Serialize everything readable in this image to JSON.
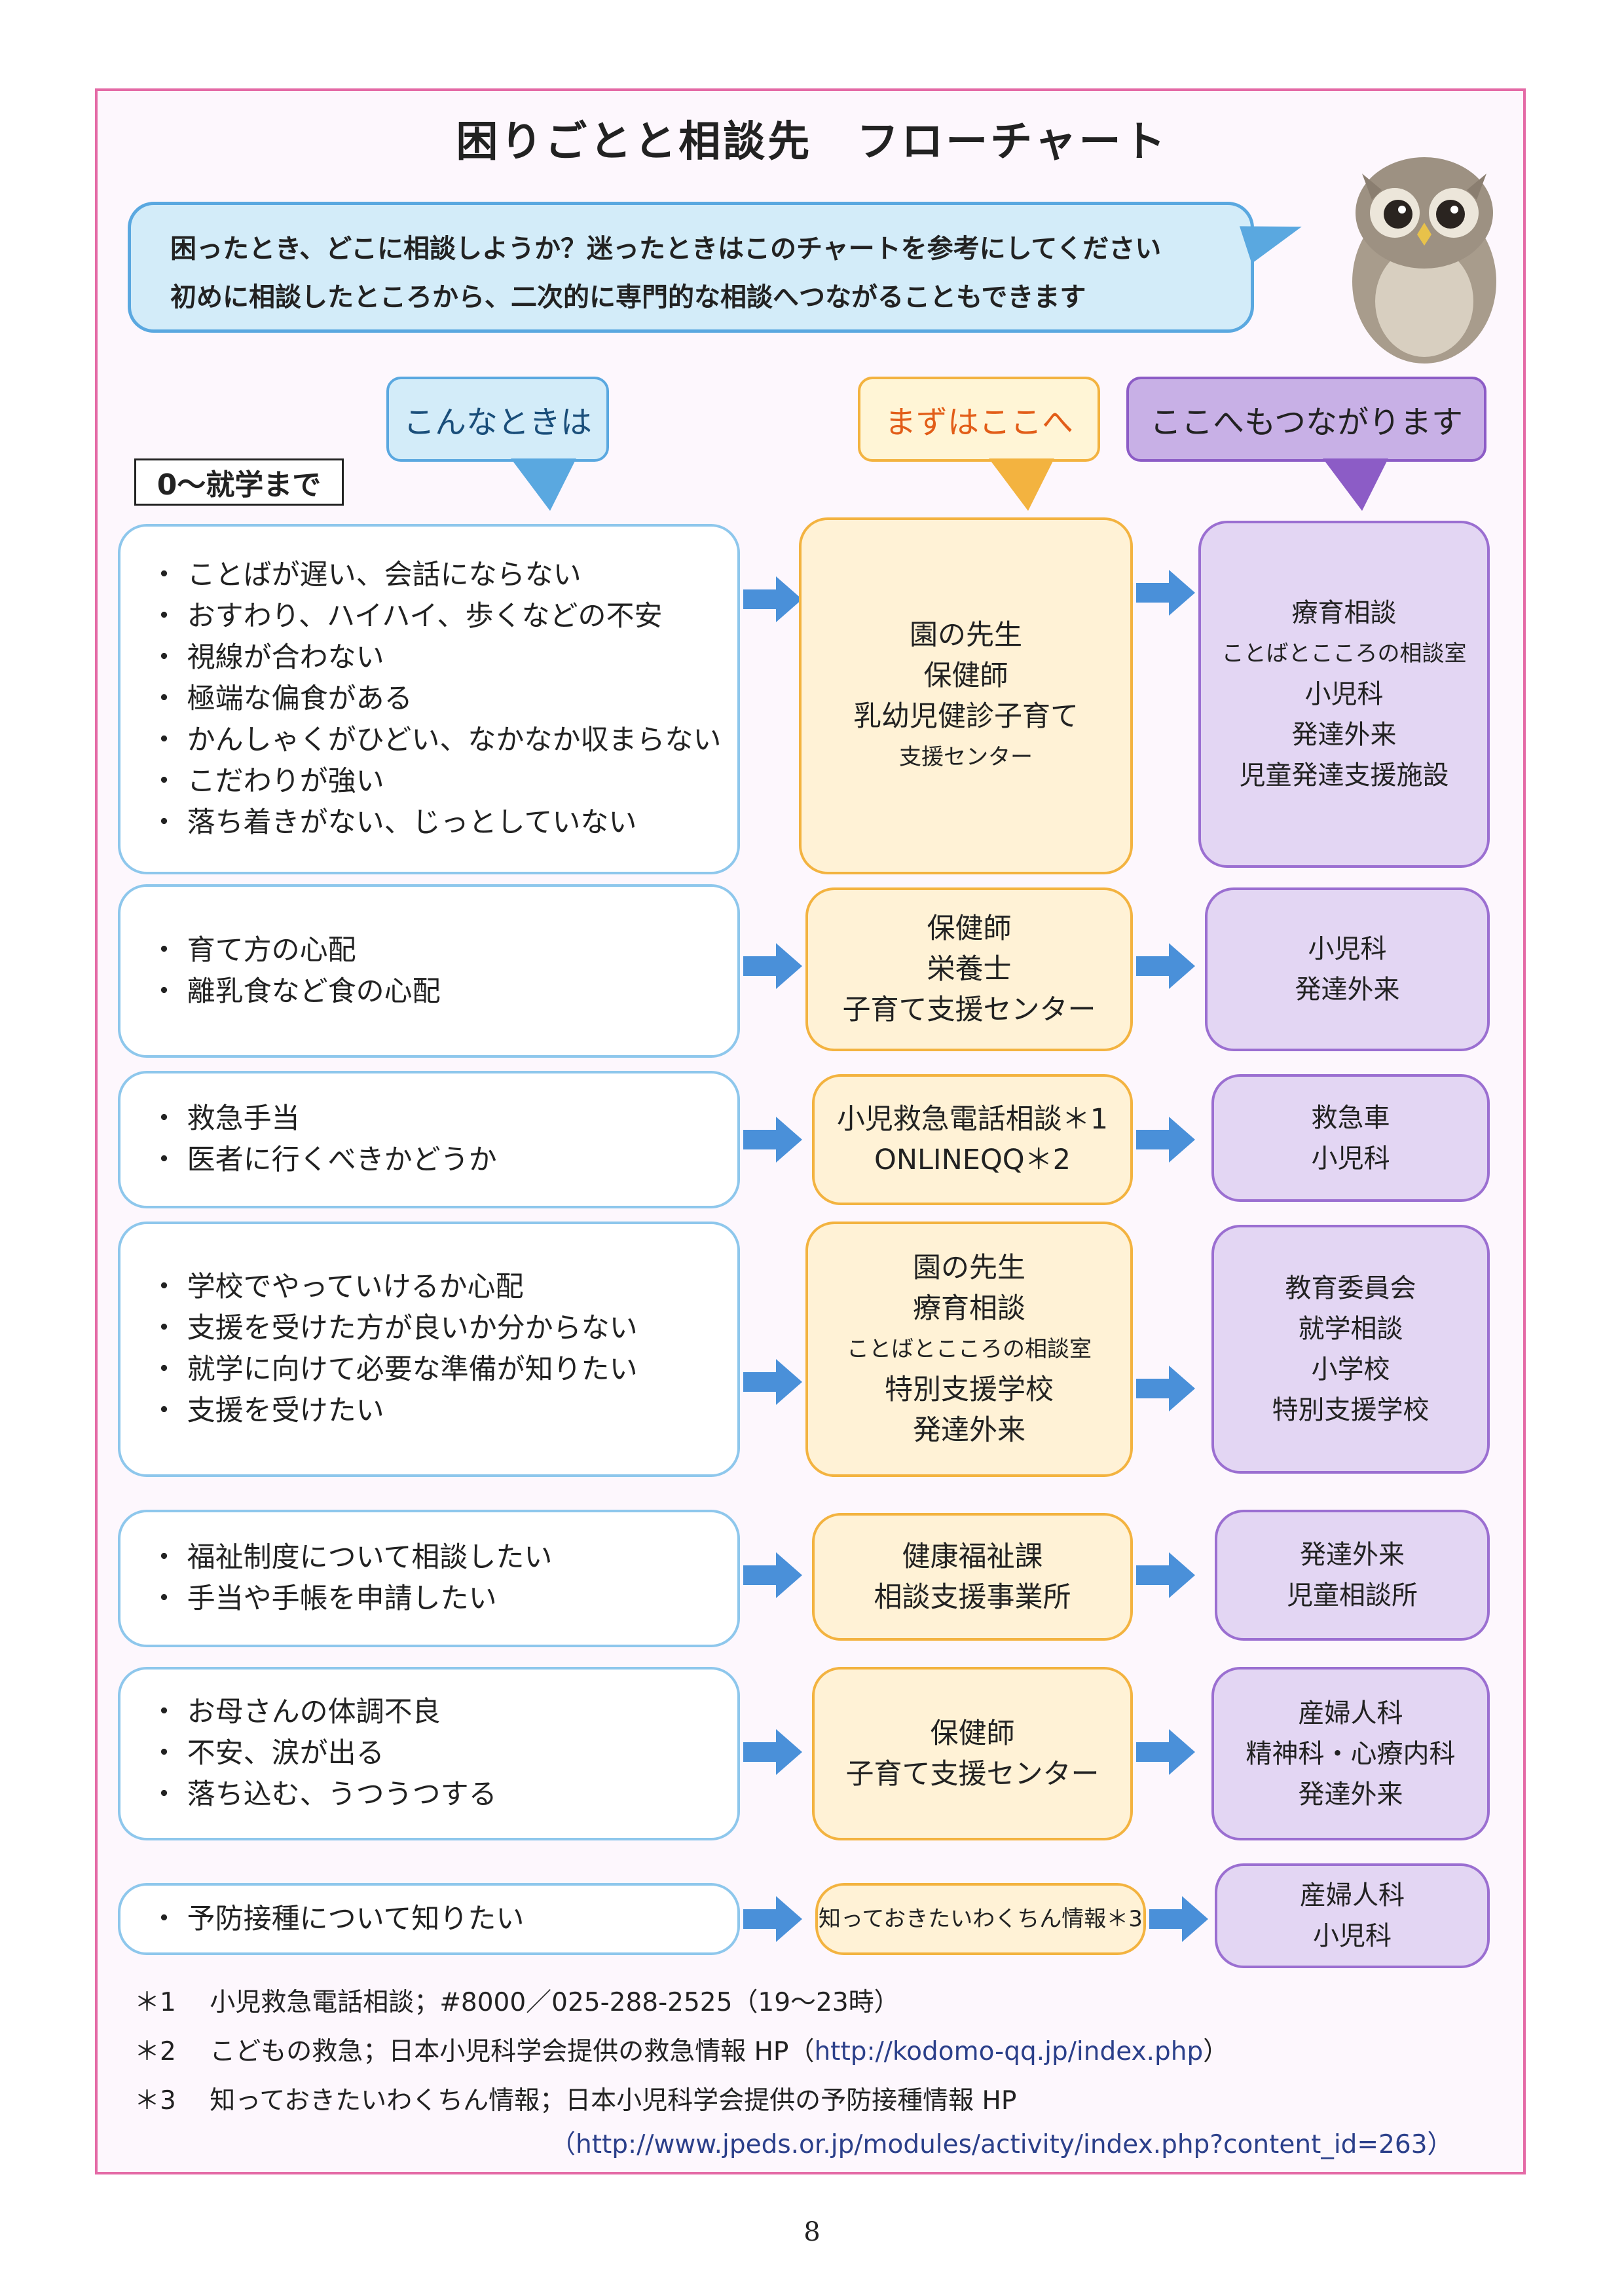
{
  "title": "困りごとと相談先　フローチャート",
  "intro": {
    "line1": "困ったとき、どこに相談しようか？迷ったときはこのチャートを参考にしてください",
    "line2": "初めに相談したところから、二次的に専門的な相談へつながることもできます"
  },
  "headers": {
    "col1": "こんなときは",
    "col2": "まずはここへ",
    "col3": "ここへもつながります"
  },
  "age_label": "0～就学まで",
  "rows": [
    {
      "concerns": [
        "・ ことばが遅い、会話にならない",
        "・ おすわり、ハイハイ、歩くなどの不安",
        "・ 視線が合わない",
        "・ 極端な偏食がある",
        "・ かんしゃくがひどい、なかなか収まらない",
        "・ こだわりが強い",
        "・ 落ち着きがない、じっとしていない"
      ],
      "first": [
        "園の先生",
        "保健師",
        "乳幼児健診子育て",
        "支援センター"
      ],
      "next": [
        "療育相談",
        "ことばとこころの相談室",
        "小児科",
        "発達外来",
        "児童発達支援施設"
      ]
    },
    {
      "concerns": [
        "・ 育て方の心配",
        "・ 離乳食など食の心配"
      ],
      "first": [
        "保健師",
        "栄養士",
        "子育て支援センター"
      ],
      "next": [
        "小児科",
        "発達外来"
      ]
    },
    {
      "concerns": [
        "・ 救急手当",
        "・ 医者に行くべきかどうか"
      ],
      "first": [
        "小児救急電話相談＊1",
        "ONLINEQQ＊2"
      ],
      "next": [
        "救急車",
        "小児科"
      ]
    },
    {
      "concerns": [
        "・ 学校でやっていけるか心配",
        "・ 支援を受けた方が良いか分からない",
        "・ 就学に向けて必要な準備が知りたい",
        "・ 支援を受けたい"
      ],
      "first": [
        "園の先生",
        "療育相談",
        "ことばとこころの相談室",
        "特別支援学校",
        "発達外来"
      ],
      "next": [
        "教育委員会",
        "就学相談",
        "小学校",
        "特別支援学校"
      ]
    },
    {
      "concerns": [
        "・ 福祉制度について相談したい",
        "・ 手当や手帳を申請したい"
      ],
      "first": [
        "健康福祉課",
        "相談支援事業所"
      ],
      "next": [
        "発達外来",
        "児童相談所"
      ]
    },
    {
      "concerns": [
        "・ お母さんの体調不良",
        "・ 不安、涙が出る",
        "・ 落ち込む、うつうつする"
      ],
      "first": [
        "保健師",
        "子育て支援センター"
      ],
      "next": [
        "産婦人科",
        "精神科・心療内科",
        "発達外来"
      ]
    },
    {
      "concerns": [
        "・ 予防接種について知りたい"
      ],
      "first": [
        "知っておきたいわくちん情報＊3"
      ],
      "next": [
        "産婦人科",
        "小児科"
      ]
    }
  ],
  "notes": {
    "n1": "＊1　 小児救急電話相談；#8000／025-288-2525（19～23時）",
    "n2_prefix": "＊2　 こどもの救急；日本小児科学会提供の救急情報 HP（",
    "n2_url": "http://kodomo-qq.jp/index.php",
    "n2_suffix": "）",
    "n3": "＊3　 知っておきたいわくちん情報；日本小児科学会提供の予防接種情報 HP",
    "n3_url": "（http://www.jpeds.or.jp/modules/activity/index.php?content_id=263）"
  },
  "page_number": "8",
  "colors": {
    "frame": "#e46aa6",
    "blue": "#5aa8e0",
    "orange": "#f3b340",
    "purple": "#9b6fd1",
    "arrow": "#4a90d9"
  }
}
